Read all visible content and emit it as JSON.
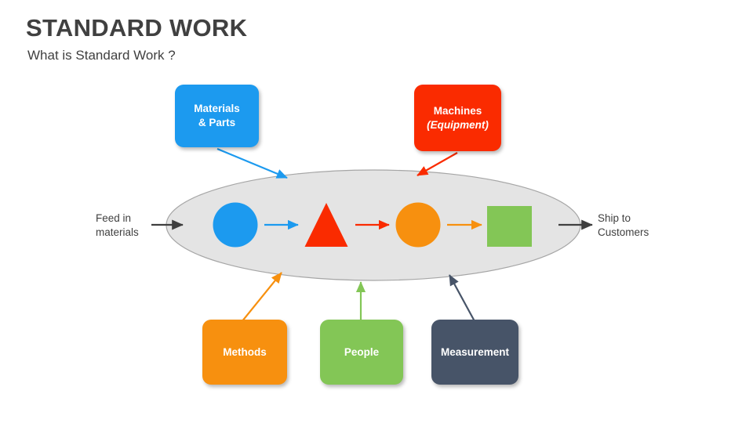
{
  "header": {
    "title": "STANDARD WORK",
    "subtitle": "What is Standard Work ?"
  },
  "diagram": {
    "input_caption_line1": "Feed in",
    "input_caption_line2": "materials",
    "output_caption_line1": "Ship to",
    "output_caption_line2": "Customers",
    "process_oval_label": "",
    "nodes": [
      {
        "id": "materials",
        "line1": "Materials",
        "line2": "& Parts",
        "color": "#1C9AEF",
        "italic_line2": false
      },
      {
        "id": "machines",
        "line1": "Machines",
        "line2": "(Equipment)",
        "color": "#FA2B00",
        "italic_line2": true
      },
      {
        "id": "methods",
        "line1": "Methods",
        "line2": "",
        "color": "#F7900F",
        "italic_line2": false
      },
      {
        "id": "people",
        "line1": "People",
        "line2": "",
        "color": "#83C656",
        "italic_line2": false
      },
      {
        "id": "measurement",
        "line1": "Measurement",
        "line2": "",
        "color": "#475468",
        "italic_line2": false
      }
    ],
    "process_steps": [
      {
        "shape": "circle",
        "color": "#1C9AEF"
      },
      {
        "shape": "triangle",
        "color": "#FA2B00"
      },
      {
        "shape": "circle",
        "color": "#F7900F"
      },
      {
        "shape": "square",
        "color": "#83C656"
      }
    ],
    "colors": {
      "oval_fill": "#E4E4E4",
      "oval_stroke": "#A6A6A6",
      "flow_arrow": "#3F3F3F",
      "blue": "#1C9AEF",
      "red": "#FA2B00",
      "orange": "#F7900F",
      "green": "#83C656",
      "slate": "#475468",
      "text": "#404040"
    }
  }
}
